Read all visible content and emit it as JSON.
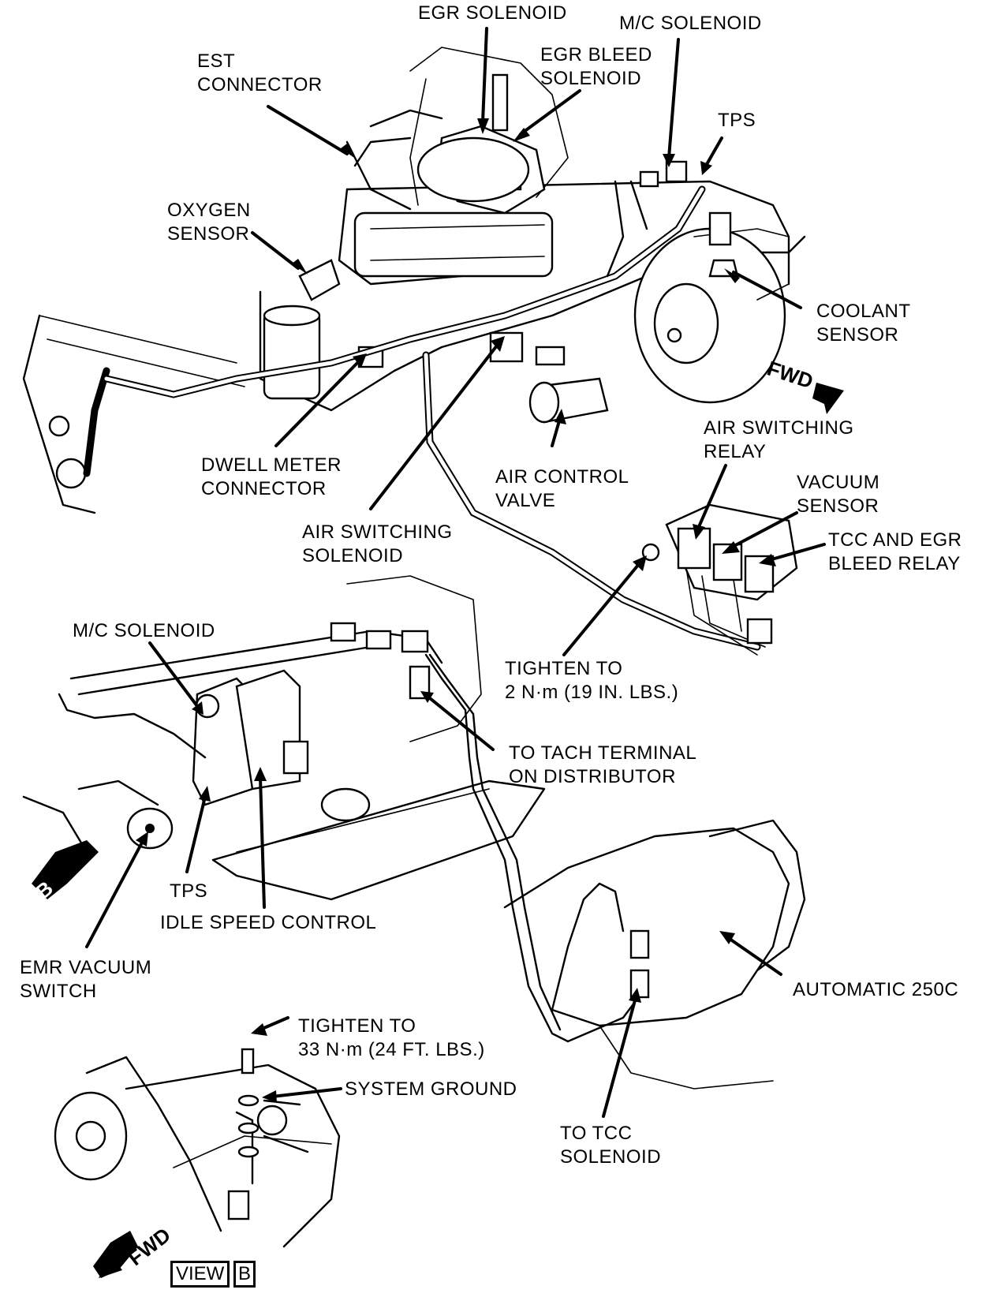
{
  "labels": {
    "egr_solenoid": [
      "EGR SOLENOID"
    ],
    "mc_solenoid_top": [
      "M/C SOLENOID"
    ],
    "est_connector": [
      "EST",
      "CONNECTOR"
    ],
    "egr_bleed_solenoid": [
      "EGR BLEED",
      "SOLENOID"
    ],
    "tps_top": [
      "TPS"
    ],
    "oxygen_sensor": [
      "OXYGEN",
      "SENSOR"
    ],
    "coolant_sensor": [
      "COOLANT",
      "SENSOR"
    ],
    "air_switching_relay": [
      "AIR SWITCHING",
      "RELAY"
    ],
    "dwell_meter_connector": [
      "DWELL METER",
      "CONNECTOR"
    ],
    "air_control_valve": [
      "AIR CONTROL",
      "VALVE"
    ],
    "vacuum_sensor": [
      "VACUUM",
      "SENSOR"
    ],
    "air_switching_solenoid": [
      "AIR SWITCHING",
      "SOLENOID"
    ],
    "tcc_egr_bleed_relay": [
      "TCC AND EGR",
      "BLEED RELAY"
    ],
    "mc_solenoid_mid": [
      "M/C SOLENOID"
    ],
    "tighten_2nm": [
      "TIGHTEN TO",
      "2 N·m (19 IN. LBS.)"
    ],
    "tach_terminal": [
      "TO TACH TERMINAL",
      "ON DISTRIBUTOR"
    ],
    "tps_mid": [
      "TPS"
    ],
    "idle_speed_control": [
      "IDLE SPEED CONTROL"
    ],
    "emr_vacuum_switch": [
      "EMR VACUUM",
      "SWITCH"
    ],
    "automatic_250c": [
      "AUTOMATIC 250C"
    ],
    "tighten_33nm": [
      "TIGHTEN TO",
      "33 N·m (24 FT. LBS.)"
    ],
    "system_ground": [
      "SYSTEM GROUND"
    ],
    "tcc_solenoid": [
      "TO TCC",
      "SOLENOID"
    ]
  },
  "markers": {
    "fwd_top": "FWD",
    "fwd_bottom": "FWD",
    "view_marker": "B",
    "view_word": "VIEW",
    "view_letter": "B"
  }
}
